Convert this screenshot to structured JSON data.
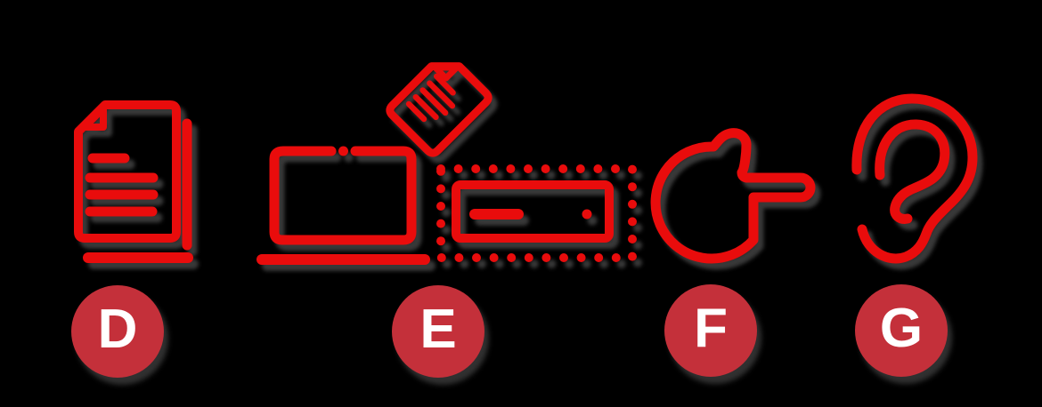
{
  "colors": {
    "background": "#000000",
    "icon_stroke": "#e90c0c",
    "badge_fill": "#c4303a",
    "badge_text": "#ffffff"
  },
  "items": [
    {
      "label": "D",
      "icon": "stacked-documents-icon"
    },
    {
      "label": "E",
      "icon": "laptop-note-external-drive-icon"
    },
    {
      "label": "F",
      "icon": "pointing-hand-icon"
    },
    {
      "label": "G",
      "icon": "ear-icon"
    }
  ]
}
